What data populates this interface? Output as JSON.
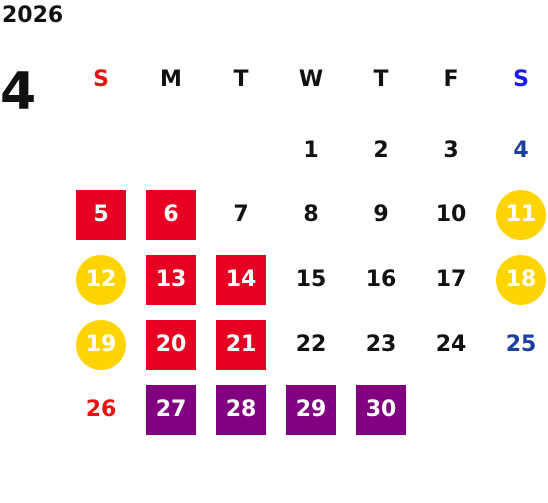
{
  "header": {
    "year": "2026",
    "month": "4"
  },
  "colors": {
    "sunday": "#ee1111",
    "saturday": "#1a3fa0",
    "weekday": "#111111",
    "red": "#e60022",
    "yellow": "#ffd400",
    "purple": "#800080"
  },
  "weekdays": [
    {
      "label": "S",
      "kind": "sunday"
    },
    {
      "label": "M",
      "kind": "weekday"
    },
    {
      "label": "T",
      "kind": "weekday"
    },
    {
      "label": "W",
      "kind": "weekday"
    },
    {
      "label": "T",
      "kind": "weekday"
    },
    {
      "label": "F",
      "kind": "weekday"
    },
    {
      "label": "S",
      "kind": "saturday-bright"
    }
  ],
  "days": [
    {
      "d": "1",
      "style": "plain"
    },
    {
      "d": "2",
      "style": "plain"
    },
    {
      "d": "3",
      "style": "plain"
    },
    {
      "d": "4",
      "style": "saturday"
    },
    {
      "d": "5",
      "style": "red"
    },
    {
      "d": "6",
      "style": "red"
    },
    {
      "d": "7",
      "style": "plain"
    },
    {
      "d": "8",
      "style": "plain"
    },
    {
      "d": "9",
      "style": "plain"
    },
    {
      "d": "10",
      "style": "plain"
    },
    {
      "d": "11",
      "style": "yellow"
    },
    {
      "d": "12",
      "style": "yellow"
    },
    {
      "d": "13",
      "style": "red"
    },
    {
      "d": "14",
      "style": "red"
    },
    {
      "d": "15",
      "style": "plain"
    },
    {
      "d": "16",
      "style": "plain"
    },
    {
      "d": "17",
      "style": "plain"
    },
    {
      "d": "18",
      "style": "yellow"
    },
    {
      "d": "19",
      "style": "yellow"
    },
    {
      "d": "20",
      "style": "red"
    },
    {
      "d": "21",
      "style": "red"
    },
    {
      "d": "22",
      "style": "plain"
    },
    {
      "d": "23",
      "style": "plain"
    },
    {
      "d": "24",
      "style": "plain"
    },
    {
      "d": "25",
      "style": "saturday"
    },
    {
      "d": "26",
      "style": "sunday"
    },
    {
      "d": "27",
      "style": "purple"
    },
    {
      "d": "28",
      "style": "purple"
    },
    {
      "d": "29",
      "style": "purple"
    },
    {
      "d": "30",
      "style": "purple"
    }
  ]
}
